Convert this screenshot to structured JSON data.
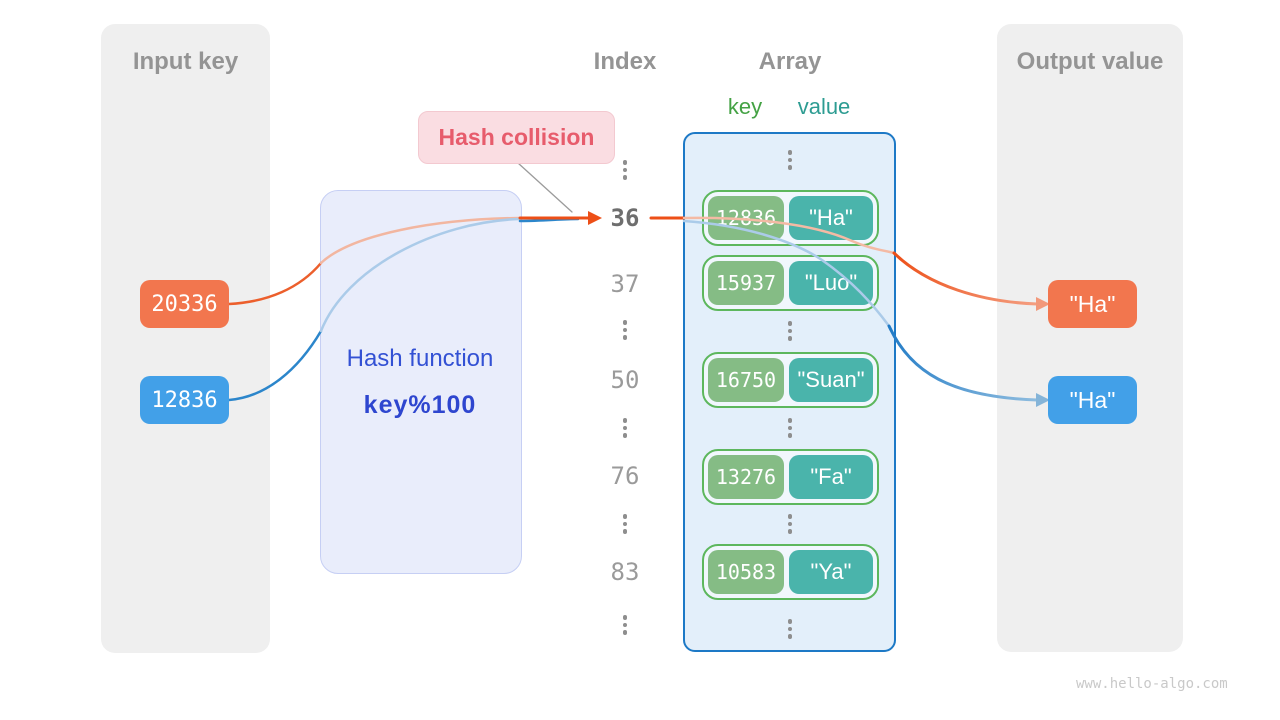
{
  "input_panel": {
    "title": "Input key",
    "keys": [
      "20336",
      "12836"
    ]
  },
  "hash_function": {
    "title": "Hash function",
    "formula": "key%100"
  },
  "collision": {
    "label": "Hash collision"
  },
  "index_column": {
    "title": "Index",
    "items": [
      "36",
      "37",
      "50",
      "76",
      "83"
    ],
    "highlighted": "36"
  },
  "array": {
    "title": "Array",
    "key_header": "key",
    "value_header": "value",
    "rows": [
      {
        "key": "12836",
        "value": "\"Ha\""
      },
      {
        "key": "15937",
        "value": "\"Luo\""
      },
      {
        "key": "16750",
        "value": "\"Suan\""
      },
      {
        "key": "13276",
        "value": "\"Fa\""
      },
      {
        "key": "10583",
        "value": "\"Ya\""
      }
    ]
  },
  "output_panel": {
    "title": "Output value",
    "values": [
      "\"Ha\"",
      "\"Ha\""
    ]
  },
  "watermark": "www.hello-algo.com",
  "colors": {
    "orange_badge": "#f2764e",
    "blue_badge": "#42a0e8",
    "green_key_badge": "#85bc85",
    "teal_value_badge": "#4ab4ab",
    "array_border": "#1d79c6",
    "array_bg": "#e3effa",
    "row_border": "#5db75d",
    "hash_box_bg": "#e9edfb",
    "hash_text": "#3351d4",
    "collision_bg": "#fadde2",
    "collision_text": "#e75c6c",
    "panel_bg": "#efefef",
    "header_gray": "#949494",
    "arrow_orange": "#ed4f17",
    "arrow_blue": "#2c86cb"
  }
}
